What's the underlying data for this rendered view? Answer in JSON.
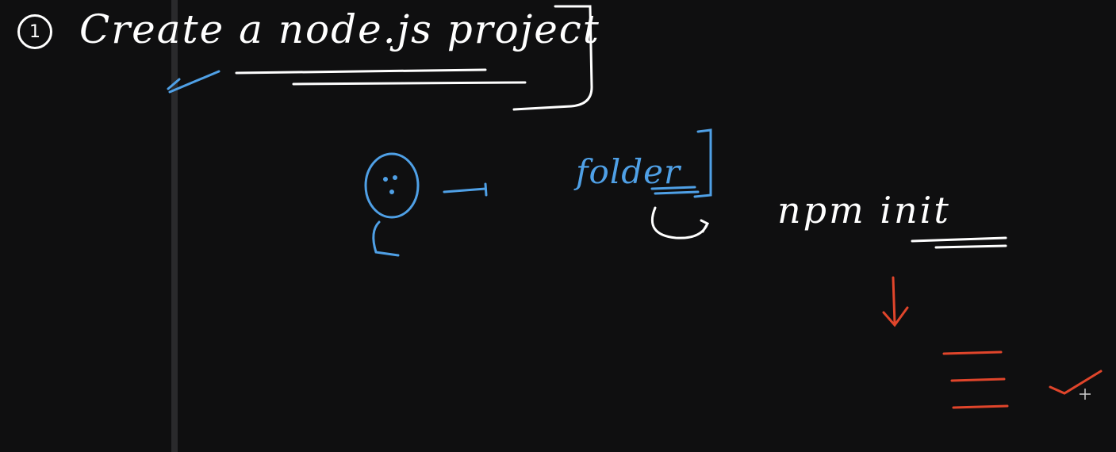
{
  "note": {
    "step_number": "1",
    "title": "Create a node.js project",
    "folder_word": "folder",
    "command": "npm init"
  },
  "colors": {
    "background": "#0f0f10",
    "ink_white": "#ffffff",
    "ink_blue": "#4fa0e6",
    "ink_red": "#e0452b"
  }
}
